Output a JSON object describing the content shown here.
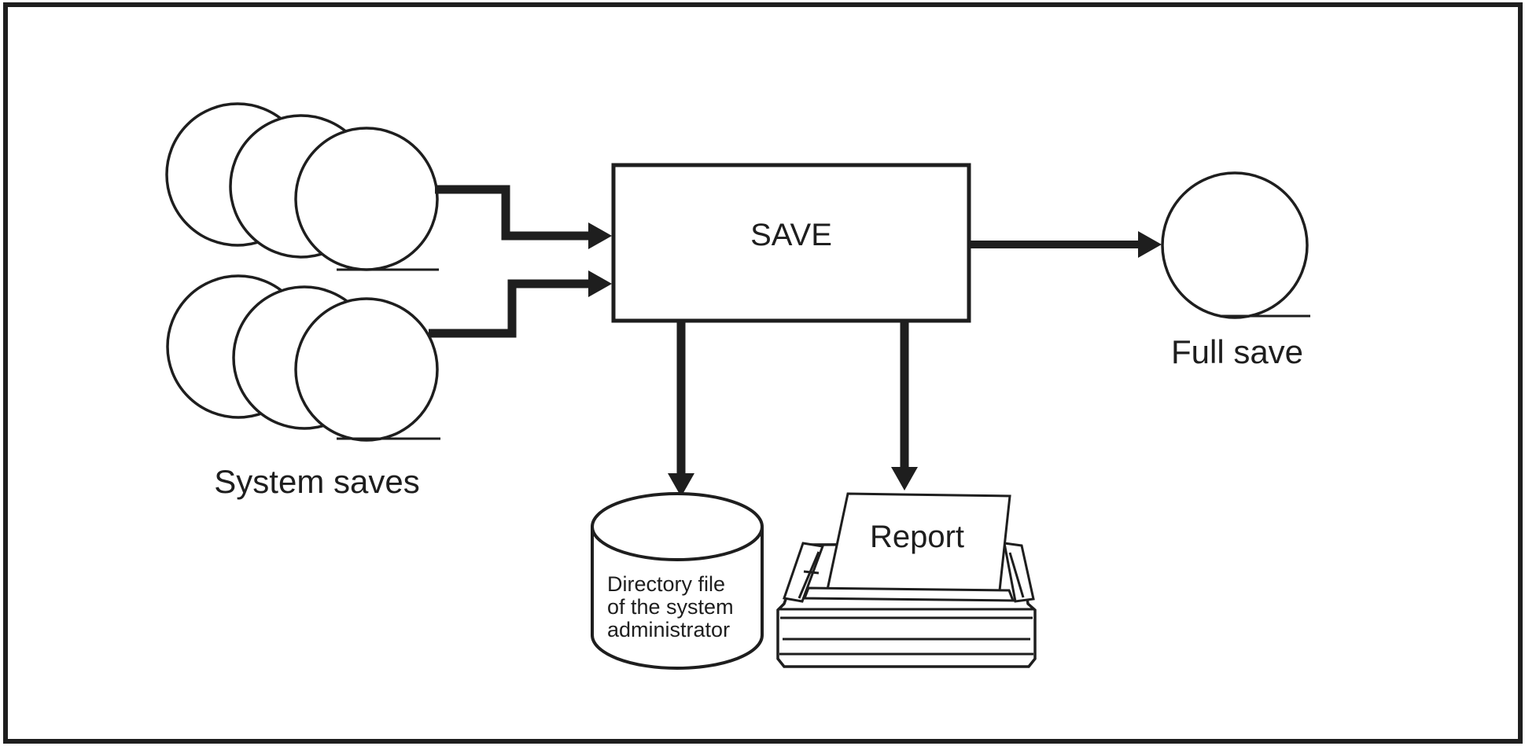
{
  "diagram": {
    "background": "#ffffff",
    "ink": "#1e1e1e",
    "nodes": {
      "system_saves": {
        "label": "System saves"
      },
      "save": {
        "label": "SAVE"
      },
      "full_save": {
        "label": "Full save"
      },
      "directory_file": {
        "lines": [
          "Directory file",
          "of the system",
          "administrator"
        ]
      },
      "report": {
        "label": "Report"
      }
    }
  }
}
